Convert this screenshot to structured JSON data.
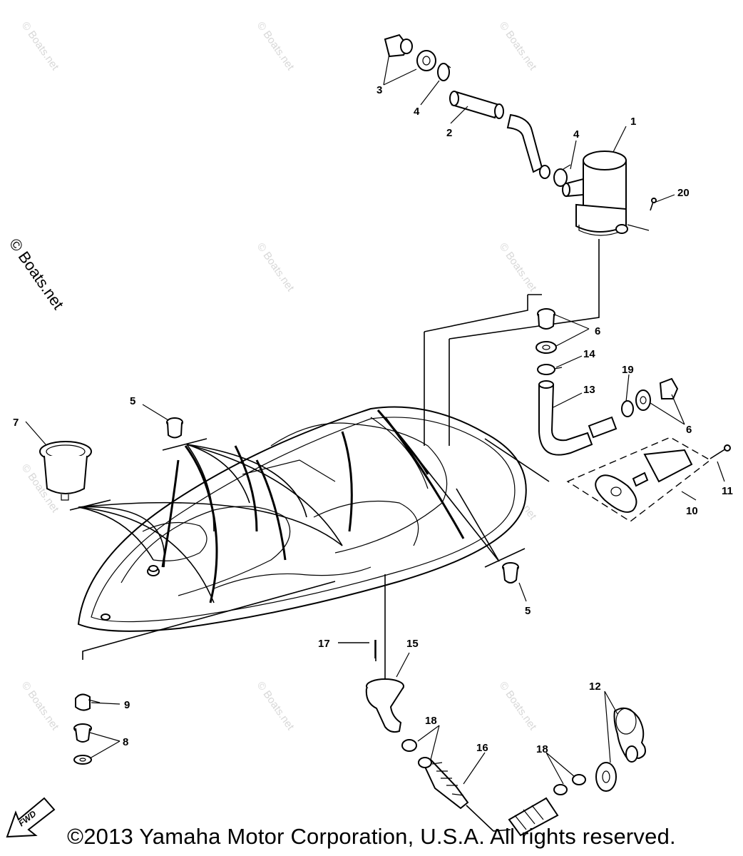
{
  "watermark": {
    "text": "© Boats.net",
    "primary_text": "© Boats.net"
  },
  "callouts": [
    "1",
    "2",
    "3",
    "4",
    "4",
    "5",
    "5",
    "6",
    "6",
    "7",
    "8",
    "9",
    "10",
    "11",
    "12",
    "13",
    "14",
    "15",
    "16",
    "17",
    "18",
    "18",
    "19",
    "20"
  ],
  "fwd_label": "FWD",
  "copyright": "©2013 Yamaha Motor Corporation, U.S.A. All rights reserved."
}
